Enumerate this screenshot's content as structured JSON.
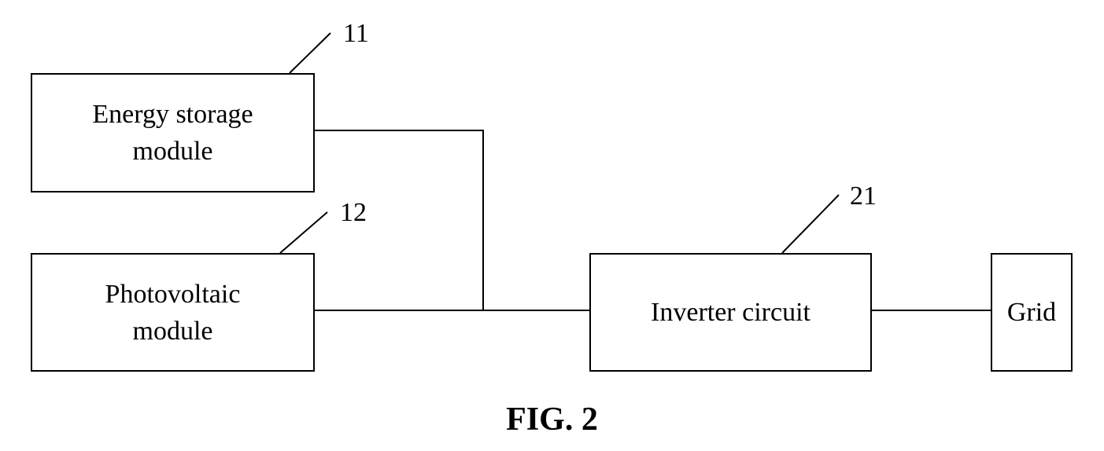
{
  "diagram": {
    "blocks": [
      {
        "id": "energy-storage",
        "lines": [
          "Energy storage",
          "module"
        ],
        "ref": "11"
      },
      {
        "id": "photovoltaic",
        "lines": [
          "Photovoltaic",
          "module"
        ],
        "ref": "12"
      },
      {
        "id": "inverter",
        "lines": [
          "Inverter circuit"
        ],
        "ref": "21"
      },
      {
        "id": "grid",
        "lines": [
          "Grid"
        ]
      }
    ],
    "connections": [
      {
        "from": "energy-storage",
        "to": "inverter"
      },
      {
        "from": "photovoltaic",
        "to": "inverter"
      },
      {
        "from": "inverter",
        "to": "grid"
      }
    ]
  },
  "figure_label": "FIG. 2"
}
